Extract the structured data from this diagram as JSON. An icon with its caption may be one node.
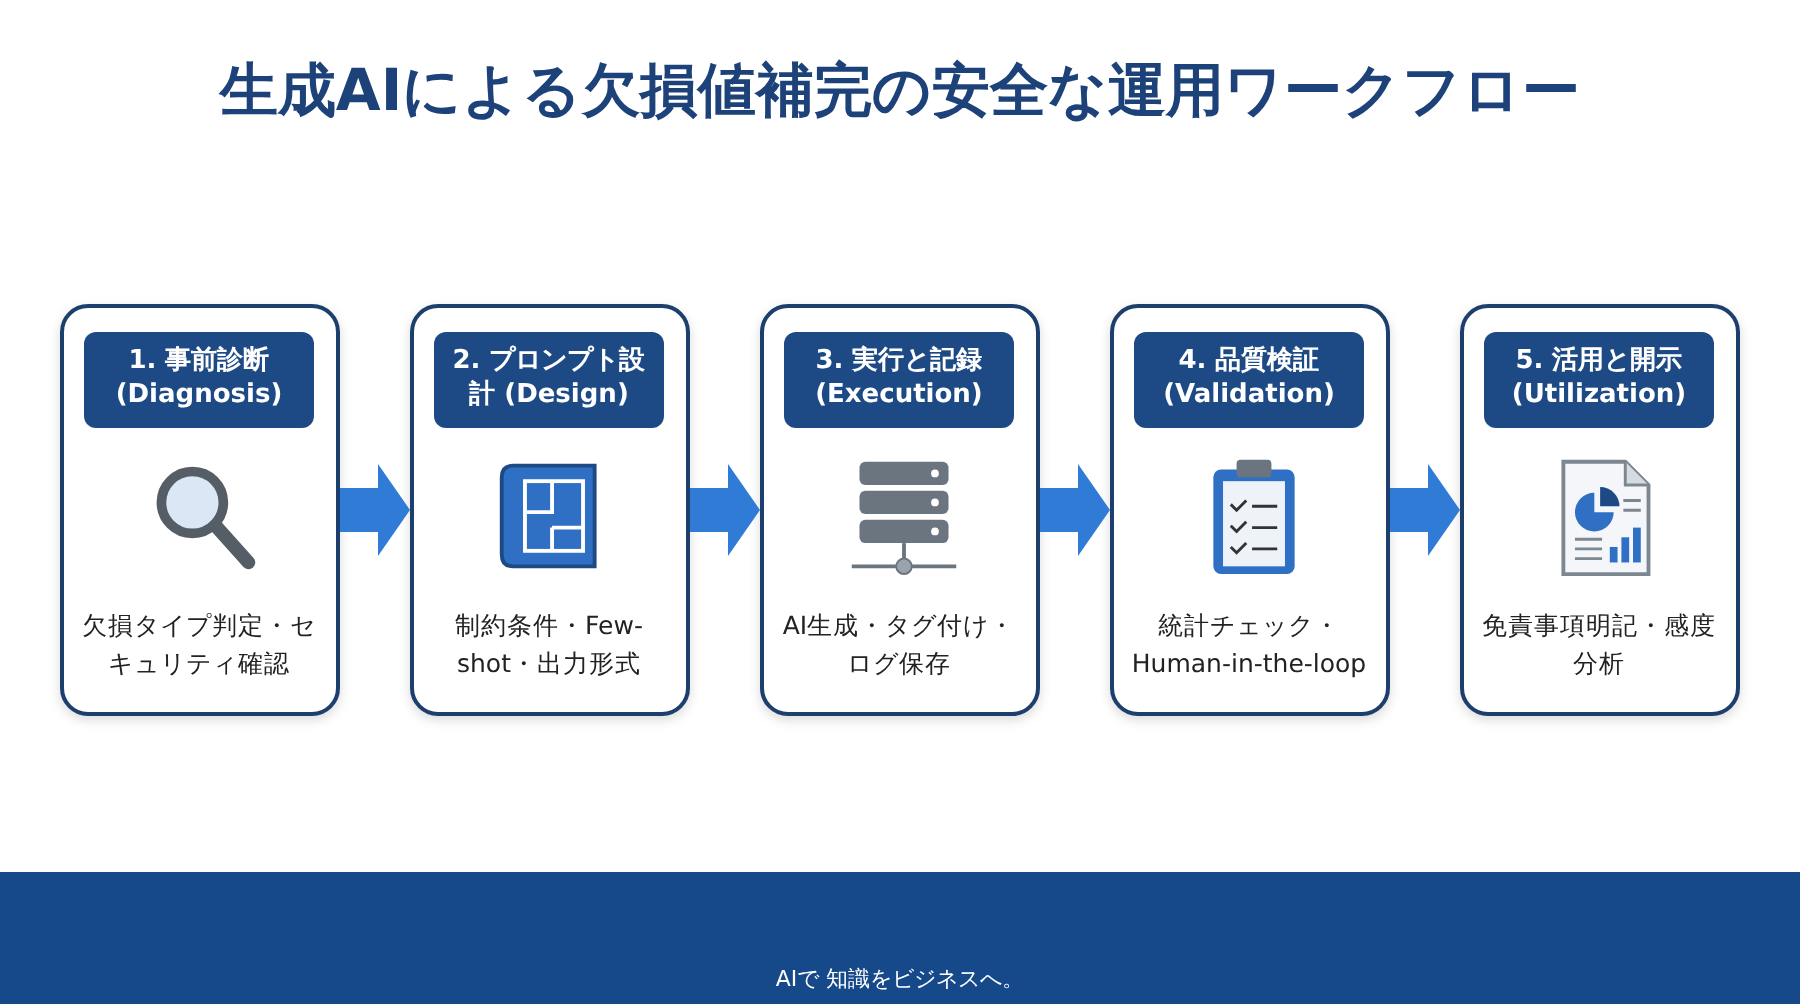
{
  "diagram": {
    "title": "生成AIによる欠損値補完の安全な運用ワークフロー",
    "nodes": [
      {
        "text": [
          "1. 事前診断 (Diagnosis)",
          "欠損タイプ判定・セキュリティ確認"
        ]
      },
      {
        "text": [
          "2. プロンプト設計 (Design)",
          "制約条件・Few-shot・出力形式"
        ]
      },
      {
        "text": [
          "3. 実行と記録 (Execution)",
          "AI生成・タグ付け・ログ保存"
        ]
      },
      {
        "text": [
          "4. 品質検証 (Validation)",
          "統計チェック・Human-in-the-loop"
        ]
      },
      {
        "text": [
          "5. 活用と開示 (Utilization)",
          "免責事項明記・感度分析"
        ]
      }
    ],
    "edges": [
      {
        "from": 0,
        "to": 1,
        "arrow": "to"
      },
      {
        "from": 1,
        "to": 2,
        "arrow": "to"
      },
      {
        "from": 2,
        "to": 3,
        "arrow": "to"
      },
      {
        "from": 3,
        "to": 4,
        "arrow": "to"
      }
    ],
    "labels": [
      "AIで 知識をビジネスへ。"
    ]
  }
}
